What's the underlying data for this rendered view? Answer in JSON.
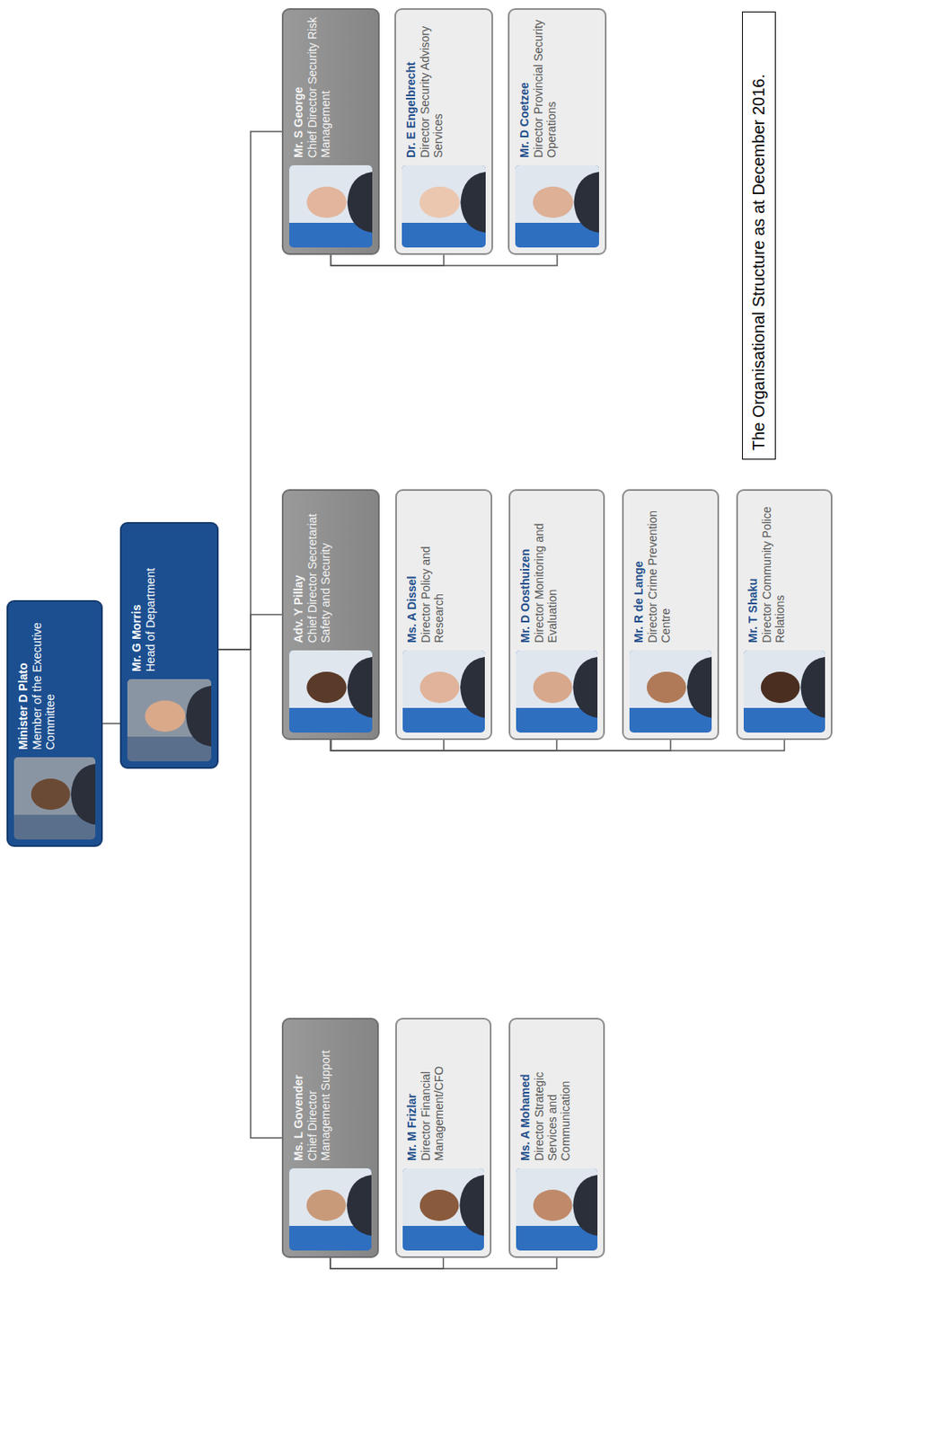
{
  "diagram": {
    "caption": "The Organisational Structure as at December 2016.",
    "nodes": [
      {
        "text": [
          "Minister D Plato",
          "Member of the Executive Committee"
        ]
      },
      {
        "text": [
          "Mr. G Morris",
          "Head of Department"
        ]
      },
      {
        "text": [
          "Ms. L Govender",
          "Chief Director Management Support"
        ]
      },
      {
        "text": [
          "Mr. M Frizlar",
          "Director Financial Management/CFO"
        ]
      },
      {
        "text": [
          "Ms. A Mohamed",
          "Director Strategic Services and Communication"
        ]
      },
      {
        "text": [
          "Adv. Y Pillay",
          "Chief Director Secretariat Safety and Security"
        ]
      },
      {
        "text": [
          "Ms. A Dissel",
          "Director Policy and Research"
        ]
      },
      {
        "text": [
          "Mr. D Oosthuizen",
          "Director Monitoring and Evaluation"
        ]
      },
      {
        "text": [
          "Mr. R de Lange",
          "Director Crime Prevention Centre"
        ]
      },
      {
        "text": [
          "Mr. T Shaku",
          "Director Community Police Relations"
        ]
      },
      {
        "text": [
          "Mr. S George",
          "Chief Director Security Risk Management"
        ]
      },
      {
        "text": [
          "Dr. E Engelbrecht",
          "Director Security Advisory Services"
        ]
      },
      {
        "text": [
          "Mr. D Coetzee",
          "Director Provincial Security Operations"
        ]
      }
    ],
    "edges": [
      {
        "from": 0,
        "to": 1,
        "arrow": "none"
      },
      {
        "from": 1,
        "to": 2,
        "arrow": "none"
      },
      {
        "from": 1,
        "to": 5,
        "arrow": "none"
      },
      {
        "from": 1,
        "to": 10,
        "arrow": "none"
      },
      {
        "from": 2,
        "to": 3,
        "arrow": "none"
      },
      {
        "from": 2,
        "to": 4,
        "arrow": "none"
      },
      {
        "from": 5,
        "to": 6,
        "arrow": "none"
      },
      {
        "from": 5,
        "to": 7,
        "arrow": "none"
      },
      {
        "from": 5,
        "to": 8,
        "arrow": "none"
      },
      {
        "from": 5,
        "to": 9,
        "arrow": "none"
      },
      {
        "from": 10,
        "to": 11,
        "arrow": "none"
      },
      {
        "from": 10,
        "to": 12,
        "arrow": "none"
      }
    ]
  }
}
